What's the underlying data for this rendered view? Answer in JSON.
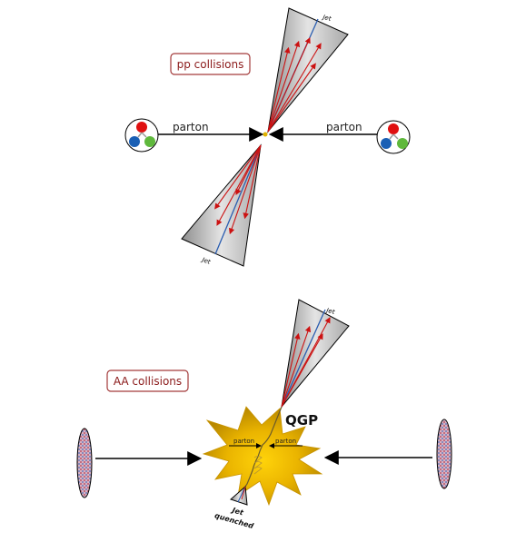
{
  "labels": {
    "pp": "pp collisions",
    "aa": "AA collisions",
    "parton_left": "parton",
    "parton_right": "parton",
    "jet_top": "Jet",
    "jet_bottom": "Jet",
    "jet_aa": "Jet",
    "qgp": "QGP",
    "parton_small_left": "parton",
    "parton_small_right": "parton",
    "jet_quenched_line1": "Jet",
    "jet_quenched_line2": "quenched"
  },
  "colors": {
    "label_border": "#a33a3a",
    "label_text": "#8b1a1a",
    "cone_fill": "#c9c9c9",
    "track_red": "#cc1111",
    "track_blue": "#2a5db0",
    "qgp_core": "#f7c500",
    "qgp_edge": "#b98a00",
    "proton_red": "#e01010",
    "proton_blue": "#1a5fb4",
    "proton_green": "#5fb83c",
    "nucleus": "#c79aae"
  }
}
